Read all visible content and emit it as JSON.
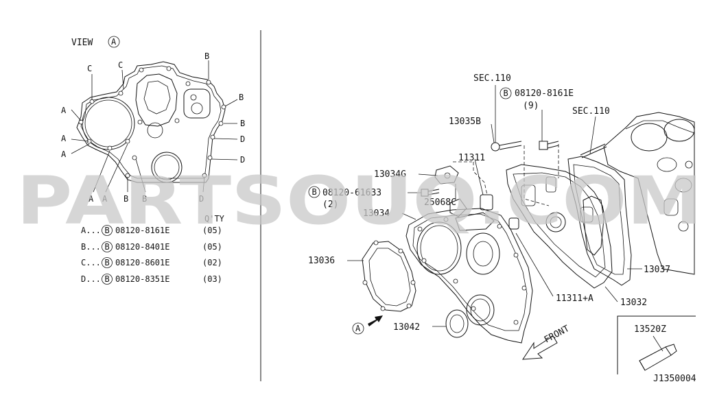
{
  "view": {
    "title": "VIEW",
    "ref_letter": "A"
  },
  "bolt_symbol": "B",
  "view_letters": {
    "c1": "C",
    "c2": "C",
    "b_top": "B",
    "b_r1": "B",
    "b_r2": "B",
    "a1": "A",
    "a2": "A",
    "a3": "A",
    "d1": "D",
    "d2": "D",
    "bot_a1": "A",
    "bot_a2": "A",
    "bot_b1": "B",
    "bot_b2": "B",
    "bot_d": "D"
  },
  "qty_table": {
    "header": "Q'TY",
    "rows": [
      {
        "key": "A...",
        "part": "08120-8161E",
        "qty": "(05)"
      },
      {
        "key": "B...",
        "part": "08120-8401E",
        "qty": "(05)"
      },
      {
        "key": "C...",
        "part": "08120-8601E",
        "qty": "(02)"
      },
      {
        "key": "D...",
        "part": "08120-8351E",
        "qty": "(03)"
      }
    ]
  },
  "callouts": {
    "sec110_a": "SEC.110",
    "bolt_8161e": "08120-8161E",
    "bolt_8161e_qty": "(9)",
    "sec110_b": "SEC.110",
    "p13035b": "13035B",
    "p11311": "11311",
    "p13034g": "13034G",
    "bolt_61633": "08120-61633",
    "bolt_61633_qty": "(2)",
    "p25068c": "25068C",
    "p13034": "13034",
    "p13036": "13036",
    "p13037": "13037",
    "p11311a": "11311+A",
    "p13032": "13032",
    "p13042": "13042",
    "p13520z": "13520Z",
    "view_ref": "A",
    "front": "FRONT"
  },
  "diagram_code": "J1350004",
  "watermark": "PARTSOUQ.COM"
}
